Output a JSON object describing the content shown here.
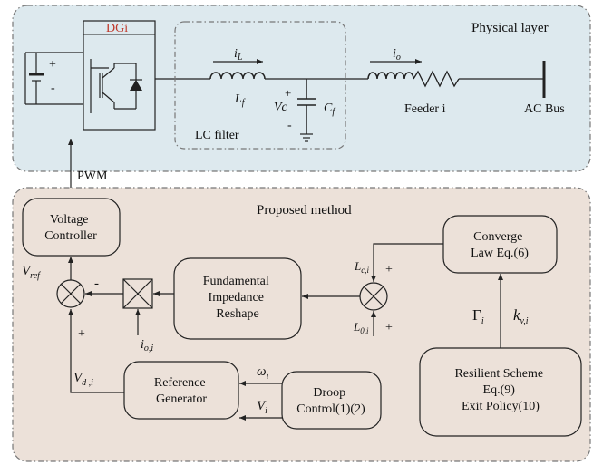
{
  "physical_layer": {
    "title": "Physical layer",
    "converter_label": "DGi",
    "battery_plus": "+",
    "battery_minus": "-",
    "inductor_current": "i",
    "inductor_current_sub": "L",
    "inductor_name": "L",
    "inductor_name_sub": "f",
    "cap_voltage": "Vc",
    "cap_plus": "+",
    "cap_minus": "-",
    "cap_name": "C",
    "cap_name_sub": "f",
    "output_current": "i",
    "output_current_sub": "o",
    "feeder_label": "Feeder i",
    "bus_label": "AC Bus",
    "lc_filter_label": "LC filter"
  },
  "pwm_label": "PWM",
  "proposed_method": {
    "title": "Proposed method",
    "voltage_controller": [
      "Voltage",
      "Controller"
    ],
    "impedance_block": [
      "Fundamental",
      "Impedance",
      "Reshape"
    ],
    "converge_law": [
      "Converge",
      "Law Eq.(6)"
    ],
    "reference_generator": [
      "Reference",
      "Generator"
    ],
    "droop_control": [
      "Droop",
      "Control(1)(2)"
    ],
    "resilient_scheme": [
      "Resilient Scheme",
      "Eq.(9)",
      "Exit Policy(10)"
    ],
    "v_ref": "V",
    "v_ref_sub": "ref",
    "v_d": "V",
    "v_d_sub": "d ,i",
    "io_i": "i",
    "io_i_sub": "o,i",
    "lc_i": "L",
    "lc_i_sub": "c,i",
    "l0_i": "L",
    "l0_i_sub": "0,i",
    "omega": "ω",
    "omega_sub": "i",
    "vi": "V",
    "vi_sub": "i",
    "gamma": "Γ",
    "gamma_sub": "i",
    "kv": "k",
    "kv_sub": "v,i",
    "sum1_minus": "-",
    "sum1_plus": "+",
    "sum2_plus_top": "+",
    "sum2_plus_bottom": "+"
  }
}
